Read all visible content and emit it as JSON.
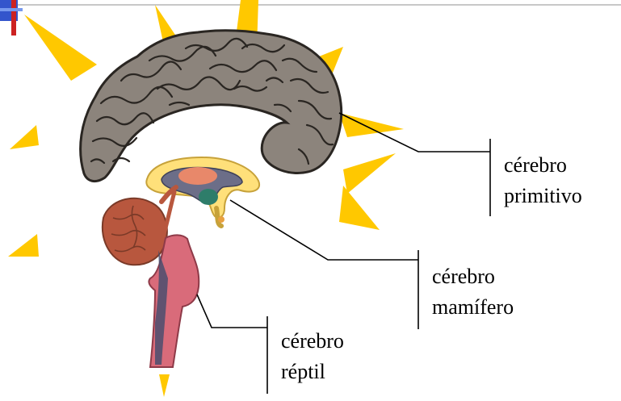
{
  "labels": {
    "primitive": {
      "line1": "cérebro",
      "line2": "primitivo"
    },
    "mammal": {
      "line1": "cérebro",
      "line2": "mamífero"
    },
    "reptile": {
      "line1": "cérebro",
      "line2": "réptil"
    }
  },
  "colors": {
    "rays": "#FFC800",
    "cortex": "#8C847C",
    "cortex_outline": "#2a2622",
    "limbic_ring": "#FFE07A",
    "limbic_inner": "#6C6E88",
    "limbic_orange": "#E8886A",
    "limbic_green": "#2E7D6A",
    "cerebellum": "#B8573E",
    "brainstem": "#D96B7A",
    "brainstem_dark": "#4A4E6E",
    "slide_corner_blue": "#3355CC",
    "slide_corner_red": "#CC2222"
  }
}
